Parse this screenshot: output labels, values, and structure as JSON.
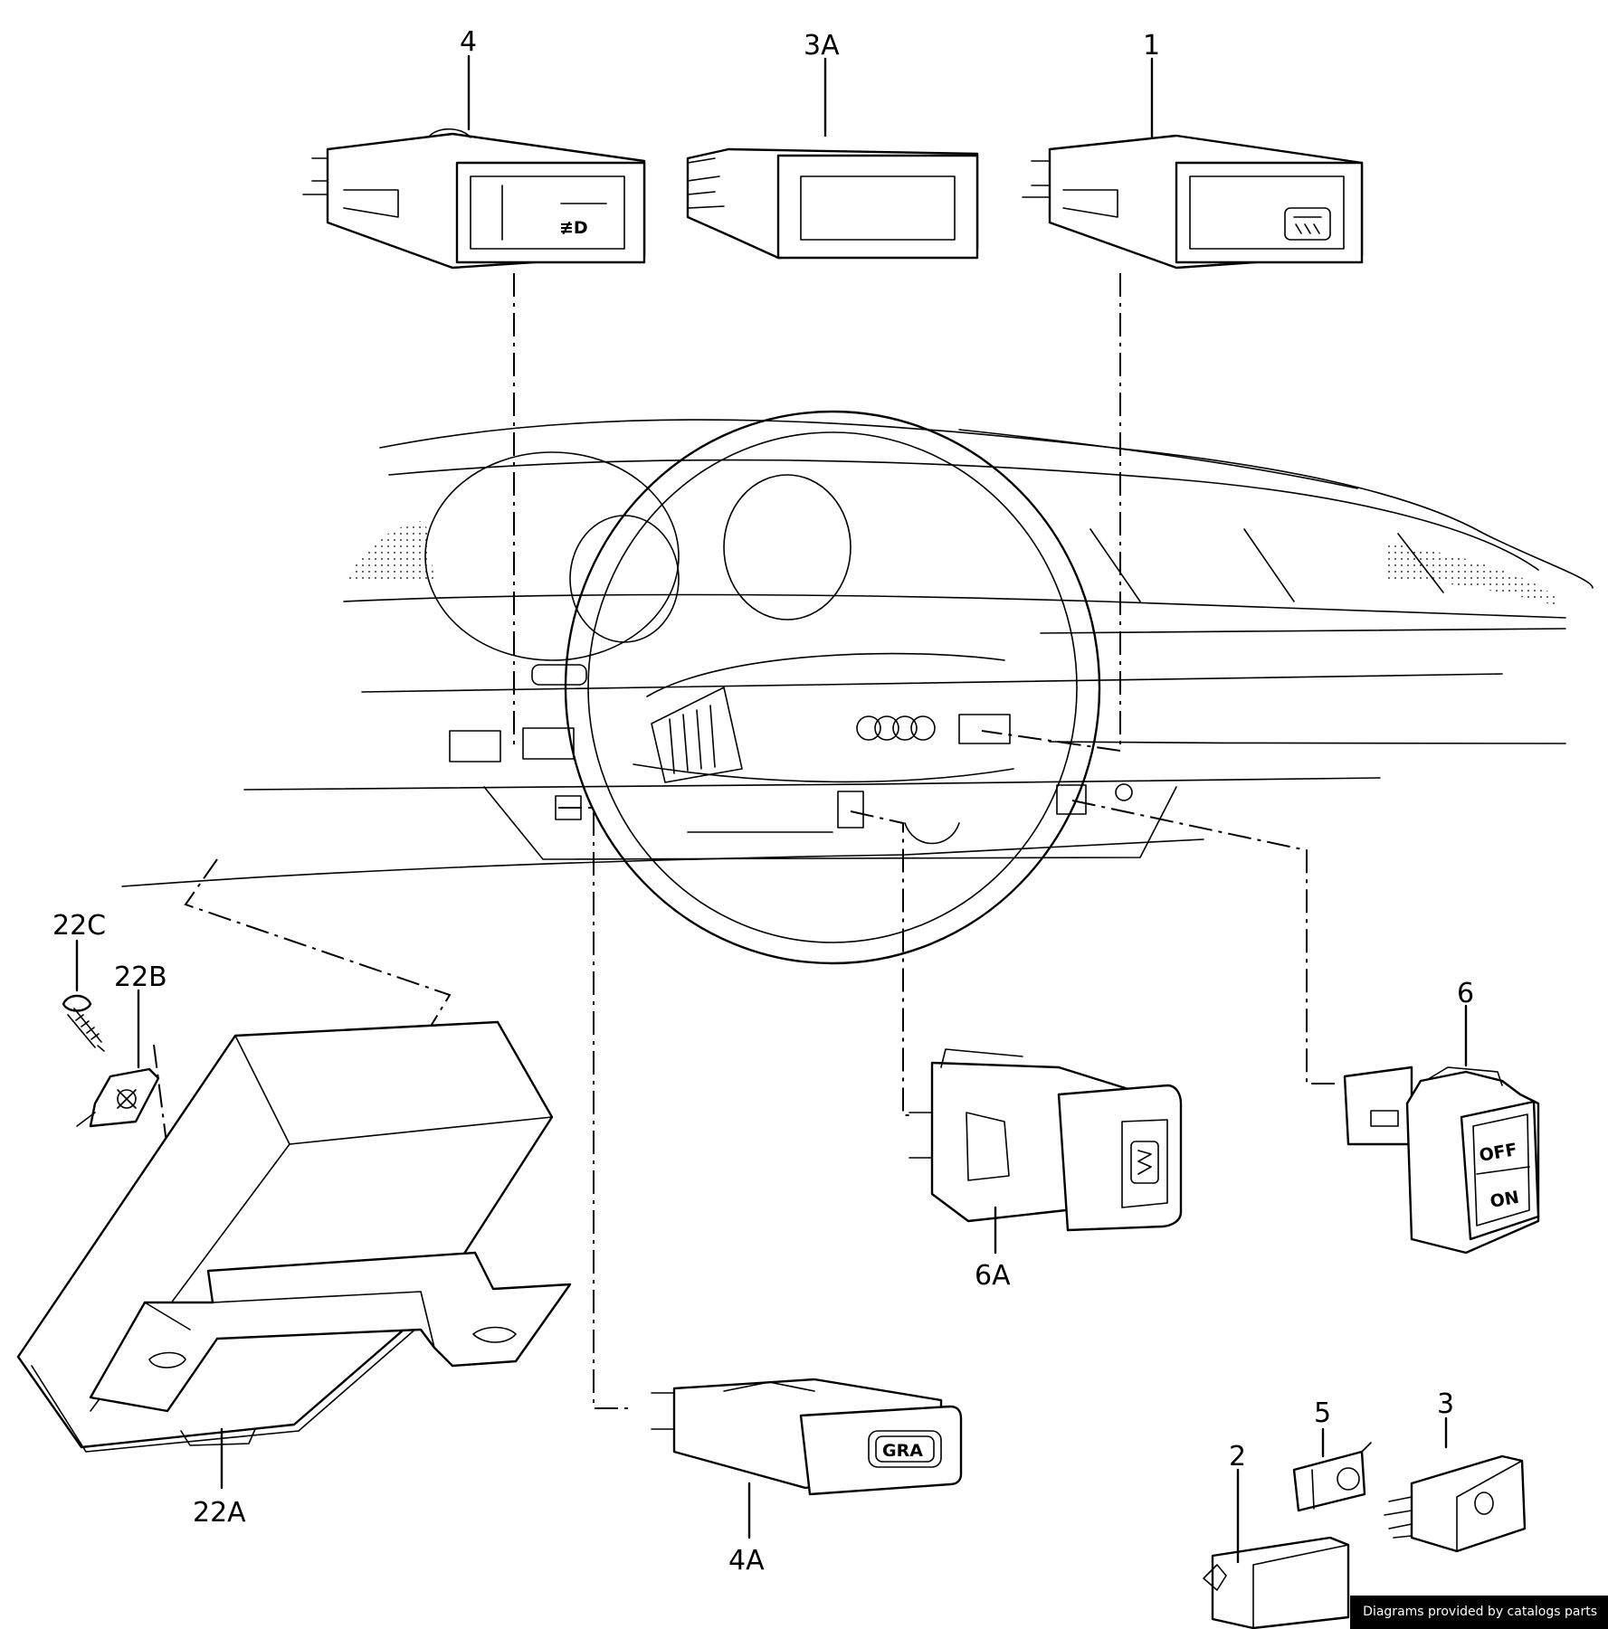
{
  "callouts": {
    "p1": "1",
    "p2": "2",
    "p3": "3",
    "p3a": "3A",
    "p4": "4",
    "p4a": "4A",
    "p5": "5",
    "p6": "6",
    "p6a": "6A",
    "p22a": "22A",
    "p22b": "22B",
    "p22c": "22C"
  },
  "switch_markings": {
    "off": "OFF",
    "on": "ON",
    "gra": "GRA"
  },
  "credit": "Diagrams provided by catalogs parts"
}
